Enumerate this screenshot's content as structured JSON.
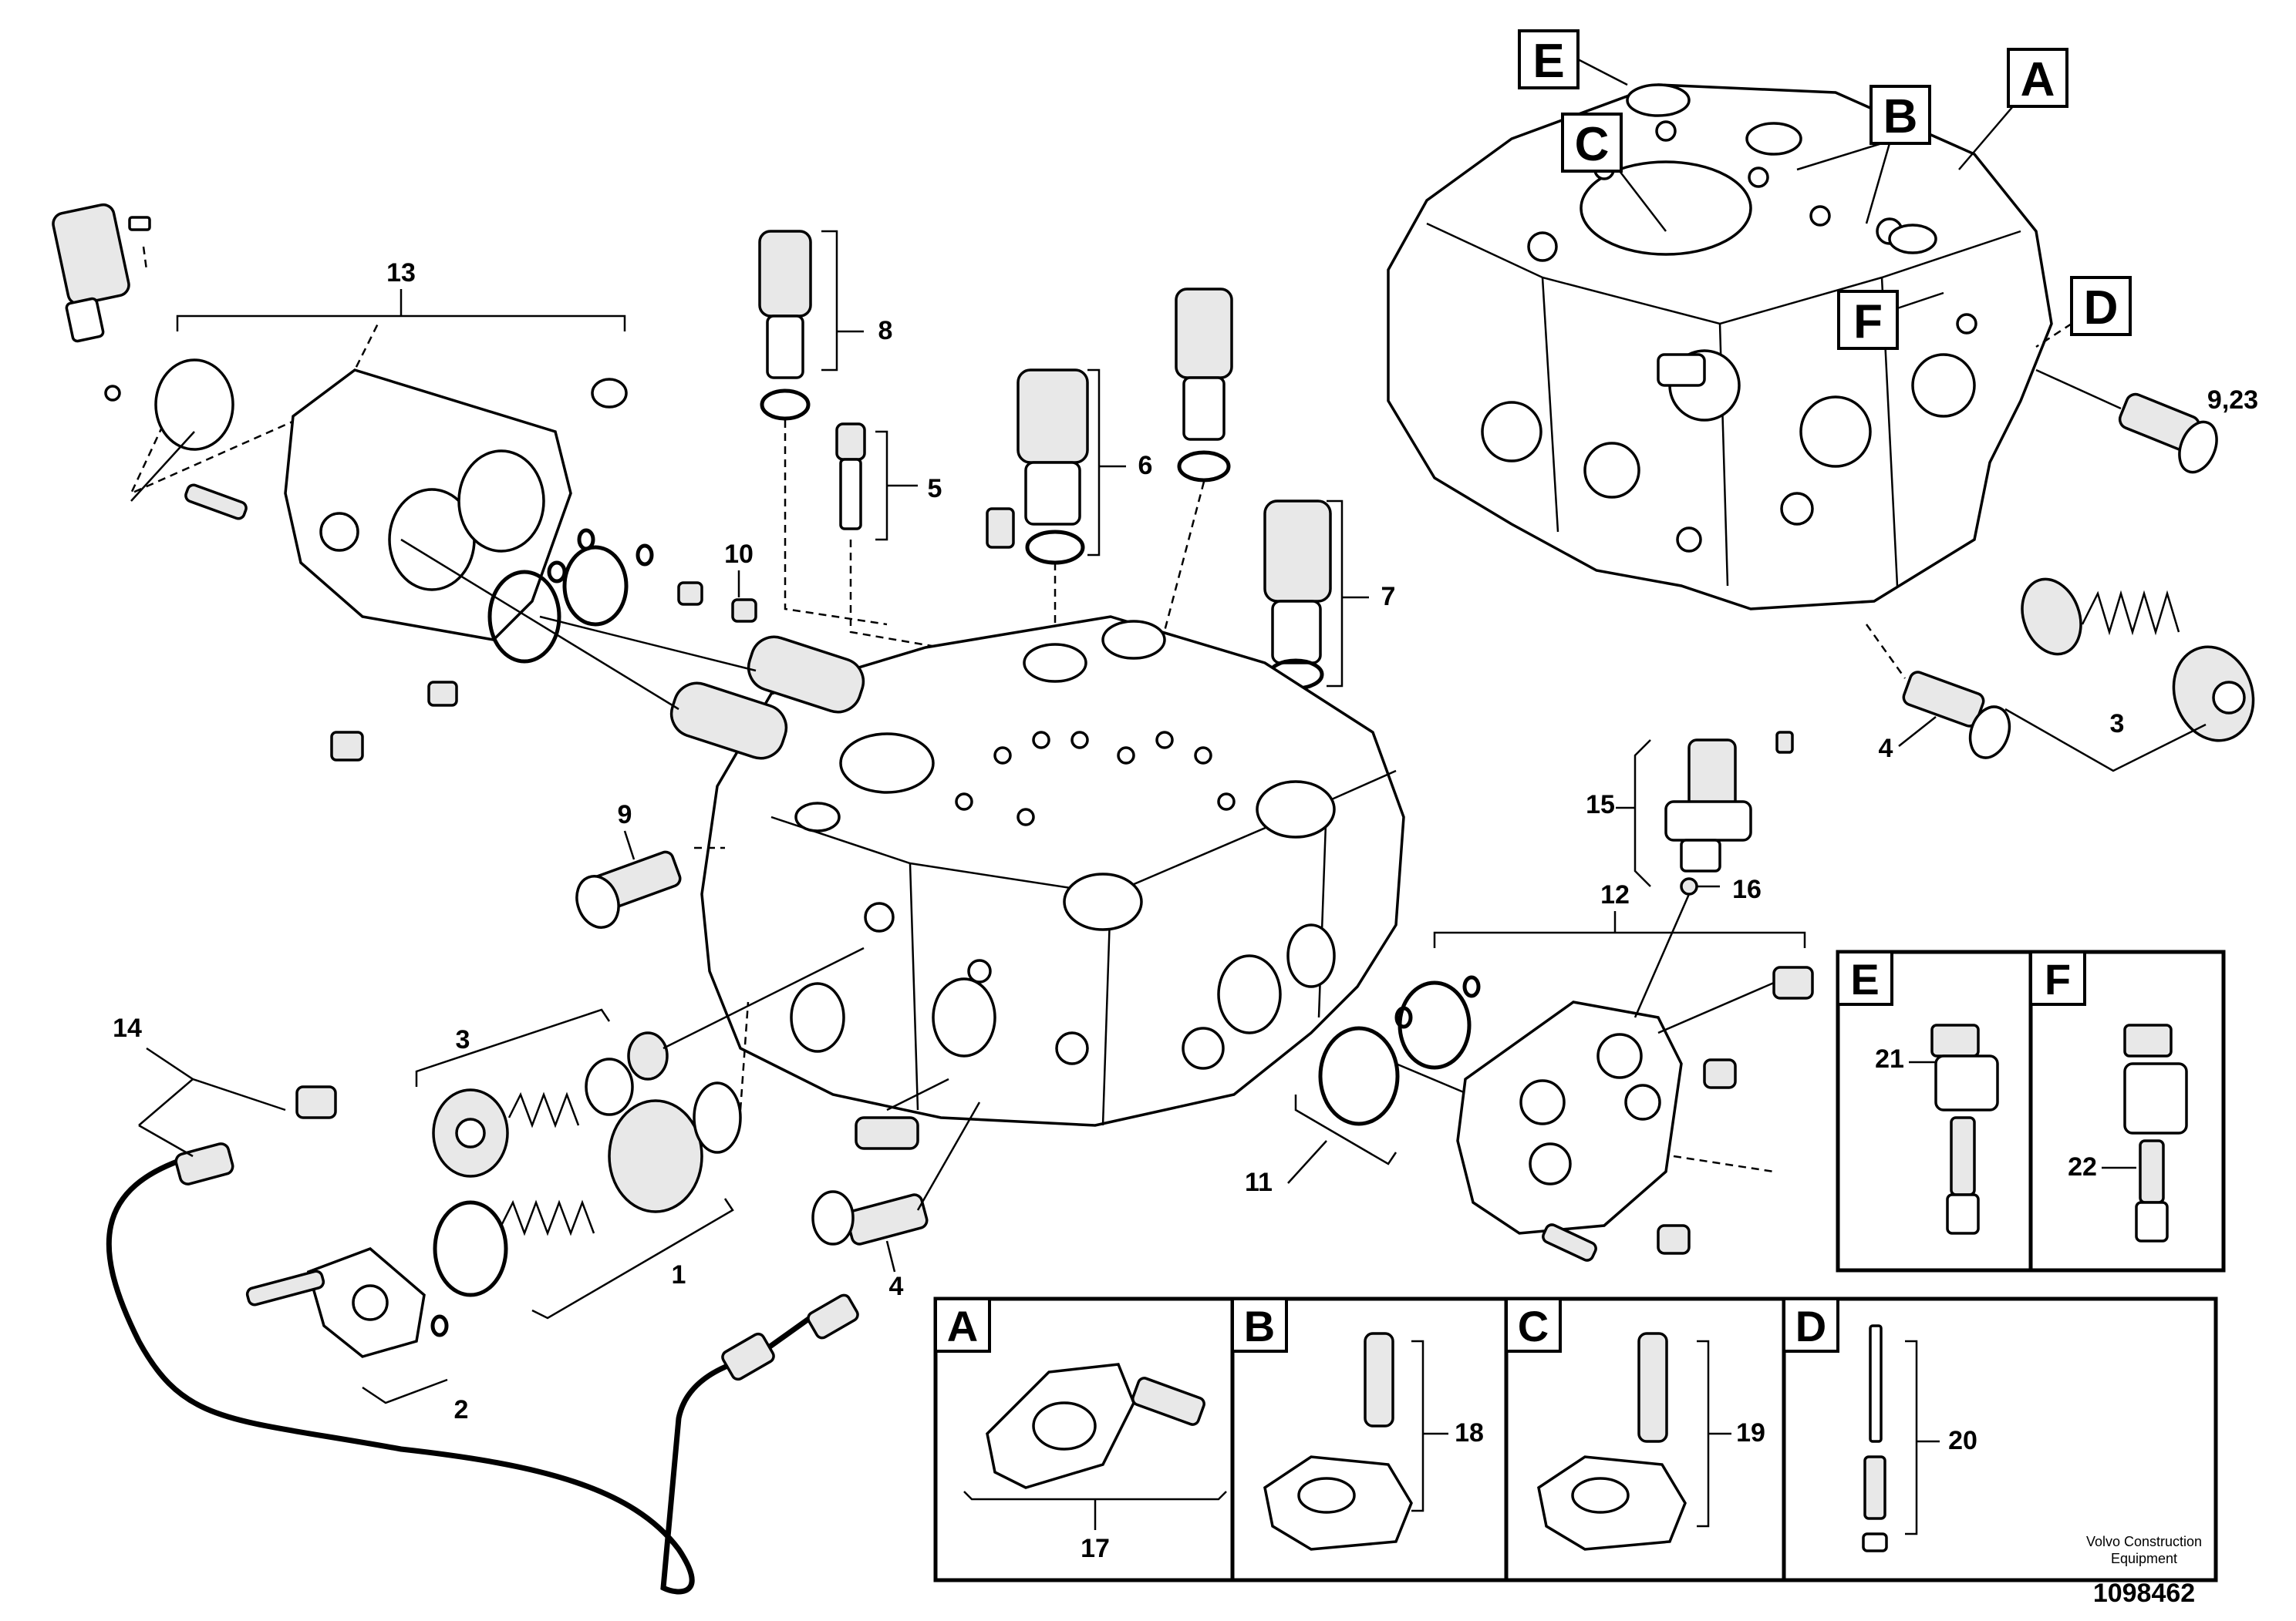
{
  "drawing": {
    "credit_line1": "Volvo Construction",
    "credit_line2": "Equipment",
    "drawing_number": "1098462"
  },
  "callouts": {
    "c1": "1",
    "c2": "2",
    "c3a": "3",
    "c3b": "3",
    "c4a": "4",
    "c4b": "4",
    "c5": "5",
    "c6": "6",
    "c7": "7",
    "c8": "8",
    "c9": "9",
    "c9_23": "9,23",
    "c10": "10",
    "c11": "11",
    "c12": "12",
    "c13": "13",
    "c14": "14",
    "c15": "15",
    "c16": "16",
    "c17": "17",
    "c18": "18",
    "c19": "19",
    "c20": "20",
    "c21": "21",
    "c22": "22"
  },
  "view_tags": {
    "A": "A",
    "B": "B",
    "C": "C",
    "D": "D",
    "E": "E",
    "F": "F"
  },
  "detail_panels": [
    {
      "tag": "A",
      "callout": "17"
    },
    {
      "tag": "B",
      "callout": "18"
    },
    {
      "tag": "C",
      "callout": "19"
    },
    {
      "tag": "D",
      "callout": "20"
    },
    {
      "tag": "E",
      "callout": "21"
    },
    {
      "tag": "F",
      "callout": "22"
    }
  ]
}
